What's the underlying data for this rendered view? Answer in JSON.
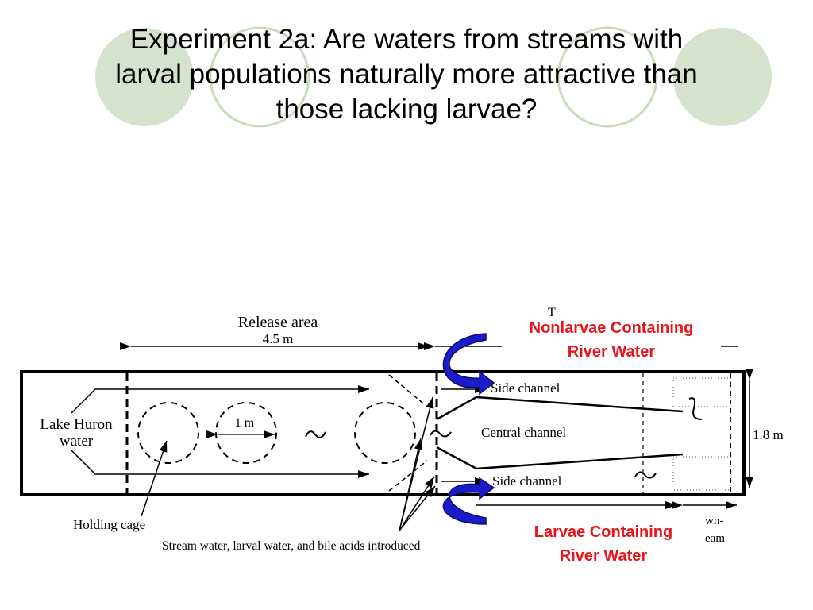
{
  "slide": {
    "title_lines": [
      "Experiment 2a: Are waters from streams with",
      "larval populations naturally more attractive than",
      "those lacking larvae?"
    ]
  },
  "diagram": {
    "release_area_label": "Release area",
    "release_area_size": "4.5 m",
    "lake_huron_line1": "Lake Huron",
    "lake_huron_line2": "water",
    "cage_size": "1 m",
    "side_channel_top": "Side channel",
    "central_channel": "Central channel",
    "side_channel_bottom": "Side channel",
    "width_label": "1.8 m",
    "holding_cage": "Holding cage",
    "introduced_label": "Stream water, larval water, and bile acids introduced",
    "cut_top_fragment": "T",
    "cut_bottom_fragment_1": "wn-",
    "cut_bottom_fragment_2": "eam"
  },
  "callouts": {
    "nonlarvae": [
      "Nonlarvae Containing",
      "River Water"
    ],
    "larvae": [
      "Larvae Containing",
      "River Water"
    ]
  },
  "colors": {
    "decor_filled": "#d5e3cc",
    "decor_outline": "#c9dbbd",
    "callout_text": "#e8161c",
    "arrow_blue": "#1b1bc8",
    "line": "#000000"
  }
}
